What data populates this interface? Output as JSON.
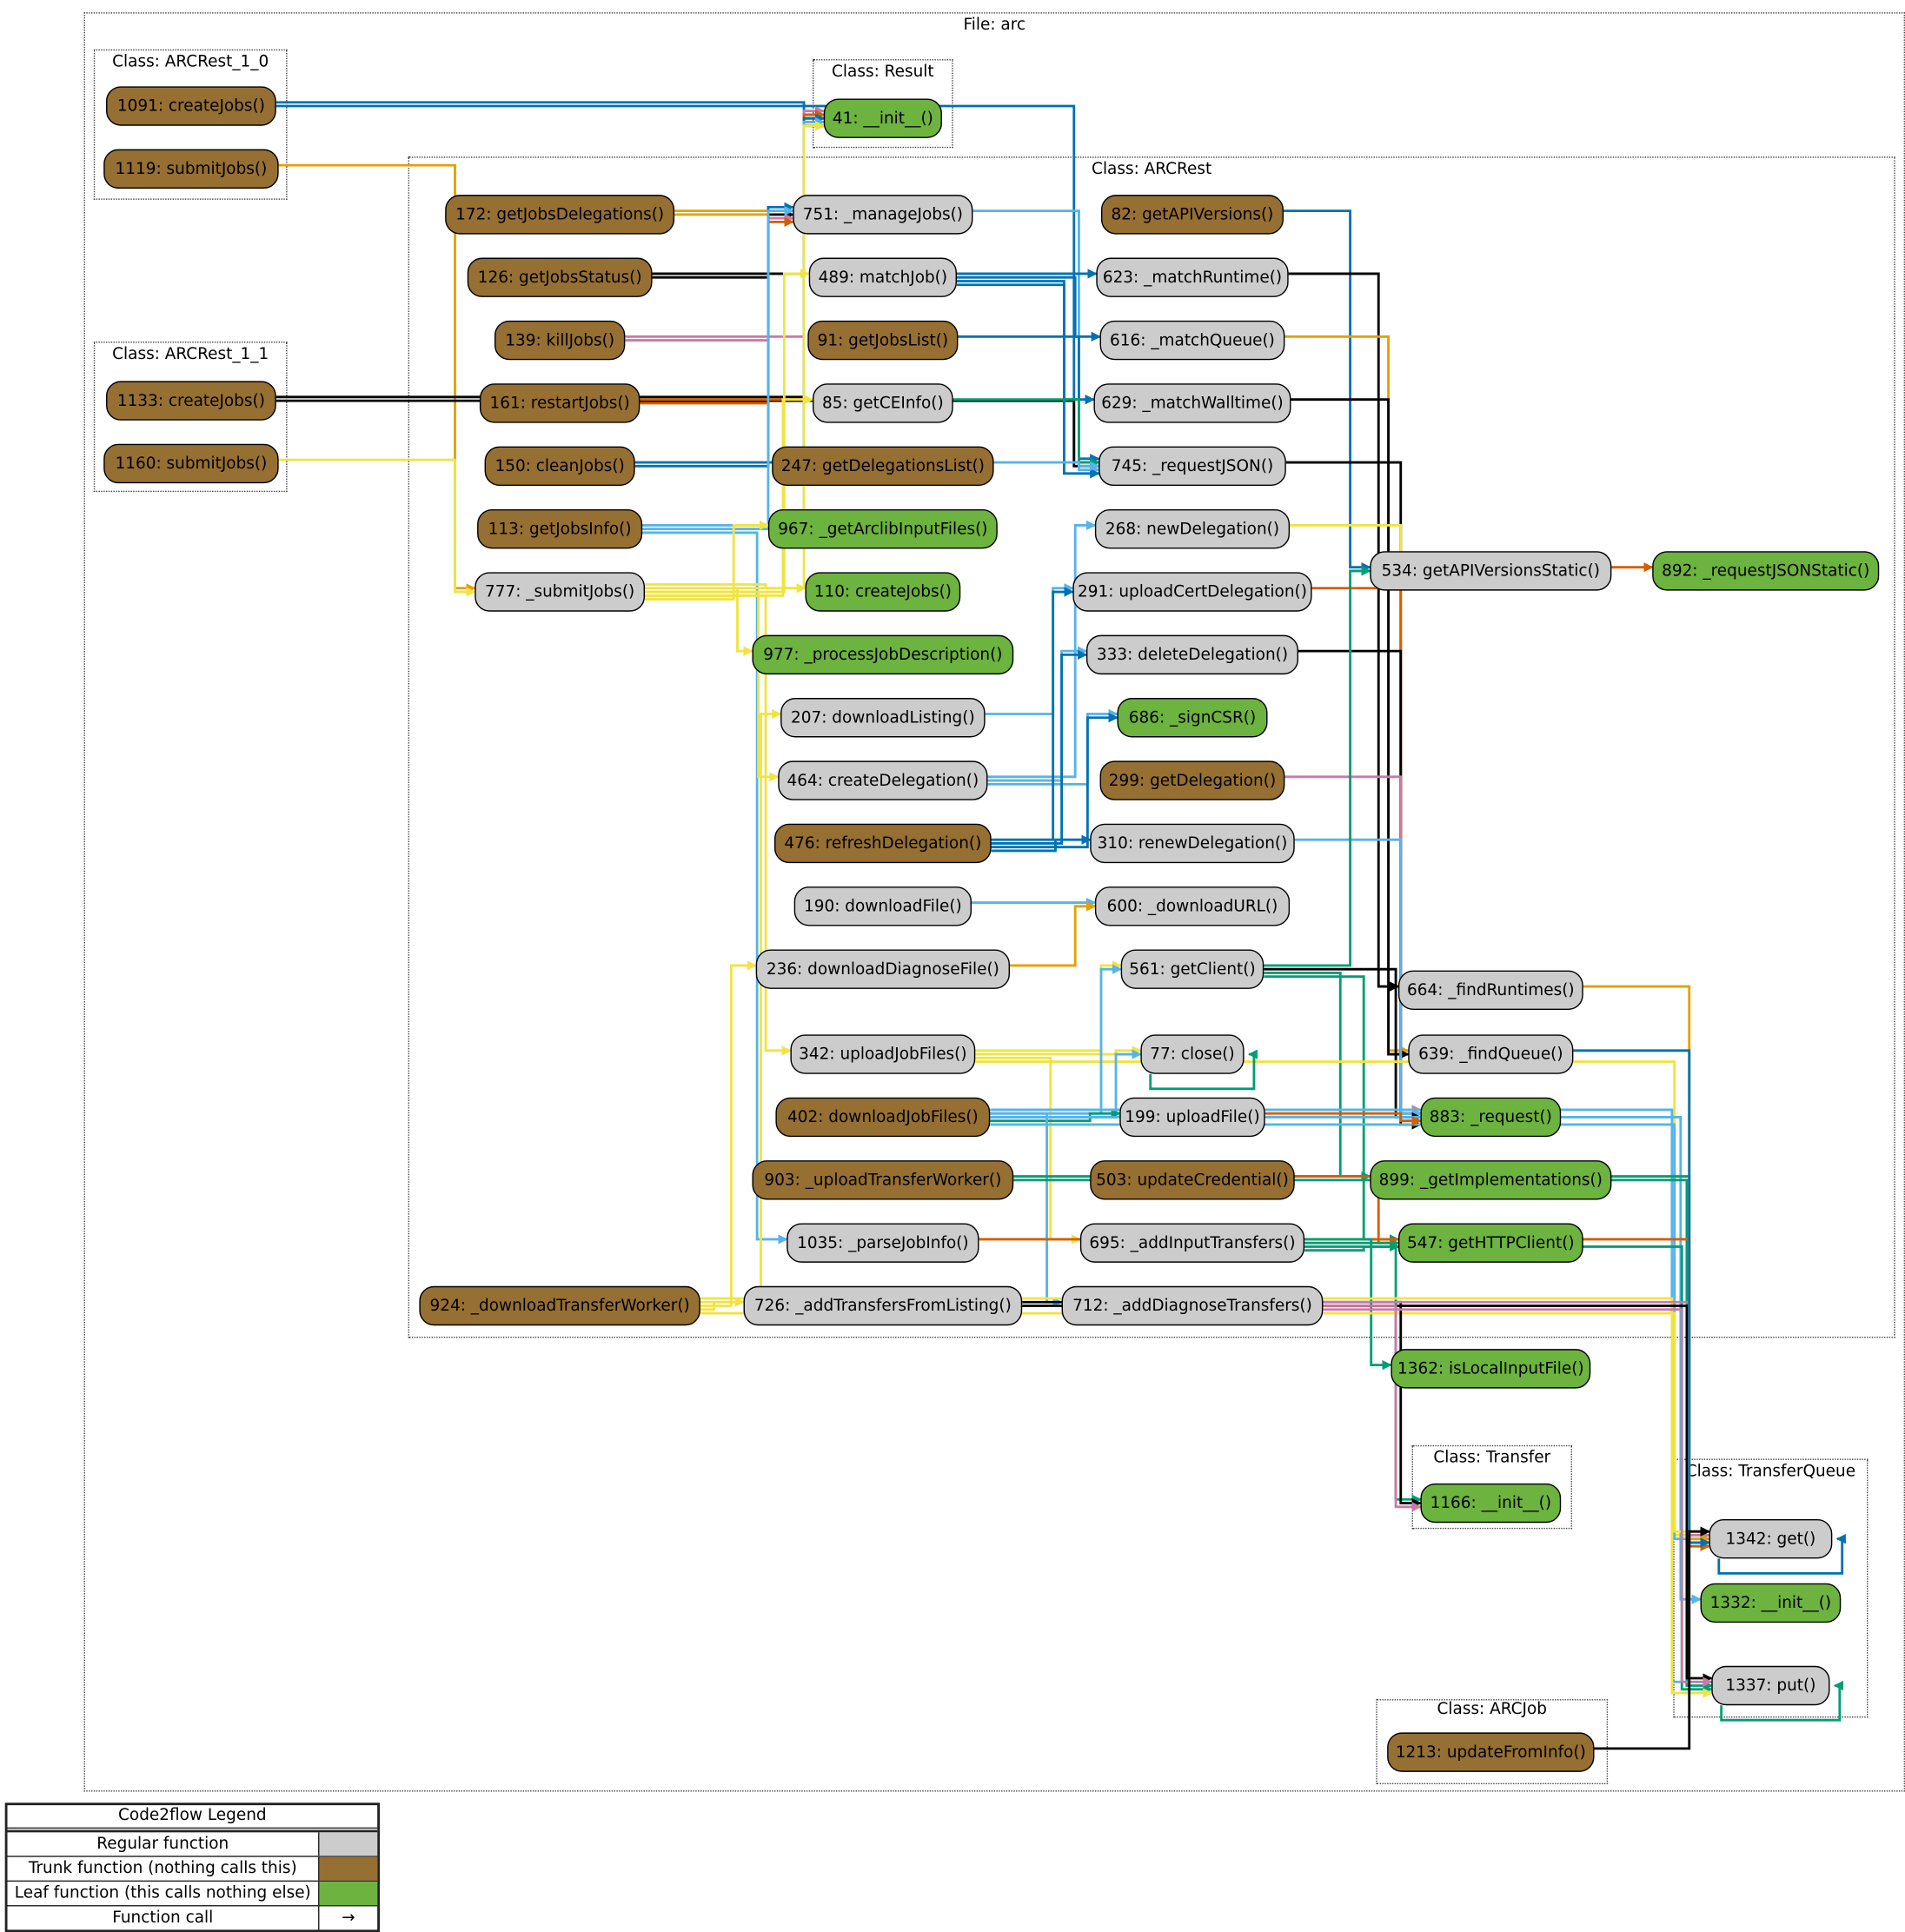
{
  "file_cluster": {
    "id": "file",
    "label": "File: arc"
  },
  "clusters": [
    {
      "id": "c10",
      "label": "Class: ARCRest_1_0"
    },
    {
      "id": "c11",
      "label": "Class: ARCRest_1_1"
    },
    {
      "id": "cres",
      "label": "Class: Result"
    },
    {
      "id": "crest",
      "label": "Class: ARCRest"
    },
    {
      "id": "ctr",
      "label": "Class: Transfer"
    },
    {
      "id": "ctq",
      "label": "Class: TransferQueue"
    },
    {
      "id": "cjob",
      "label": "Class: ARCJob"
    }
  ],
  "nodes": [
    {
      "id": "1091",
      "label": "1091: createJobs()",
      "type": "trunk"
    },
    {
      "id": "1119",
      "label": "1119: submitJobs()",
      "type": "trunk"
    },
    {
      "id": "1133",
      "label": "1133: createJobs()",
      "type": "trunk"
    },
    {
      "id": "1160",
      "label": "1160: submitJobs()",
      "type": "trunk"
    },
    {
      "id": "41",
      "label": "41: __init__()",
      "type": "leaf"
    },
    {
      "id": "172",
      "label": "172: getJobsDelegations()",
      "type": "trunk"
    },
    {
      "id": "751",
      "label": "751: _manageJobs()",
      "type": "regular"
    },
    {
      "id": "82",
      "label": "82: getAPIVersions()",
      "type": "trunk"
    },
    {
      "id": "126",
      "label": "126: getJobsStatus()",
      "type": "trunk"
    },
    {
      "id": "489",
      "label": "489: matchJob()",
      "type": "regular"
    },
    {
      "id": "623",
      "label": "623: _matchRuntime()",
      "type": "regular"
    },
    {
      "id": "139",
      "label": "139: killJobs()",
      "type": "trunk"
    },
    {
      "id": "91",
      "label": "91: getJobsList()",
      "type": "trunk"
    },
    {
      "id": "616",
      "label": "616: _matchQueue()",
      "type": "regular"
    },
    {
      "id": "161",
      "label": "161: restartJobs()",
      "type": "trunk"
    },
    {
      "id": "85",
      "label": "85: getCEInfo()",
      "type": "regular"
    },
    {
      "id": "629",
      "label": "629: _matchWalltime()",
      "type": "regular"
    },
    {
      "id": "150",
      "label": "150: cleanJobs()",
      "type": "trunk"
    },
    {
      "id": "247",
      "label": "247: getDelegationsList()",
      "type": "trunk"
    },
    {
      "id": "745",
      "label": "745: _requestJSON()",
      "type": "regular"
    },
    {
      "id": "113",
      "label": "113: getJobsInfo()",
      "type": "trunk"
    },
    {
      "id": "967",
      "label": "967: _getArclibInputFiles()",
      "type": "leaf"
    },
    {
      "id": "268",
      "label": "268: newDelegation()",
      "type": "regular"
    },
    {
      "id": "534",
      "label": "534: getAPIVersionsStatic()",
      "type": "regular"
    },
    {
      "id": "892",
      "label": "892: _requestJSONStatic()",
      "type": "leaf"
    },
    {
      "id": "777",
      "label": "777: _submitJobs()",
      "type": "regular"
    },
    {
      "id": "110",
      "label": "110: createJobs()",
      "type": "leaf"
    },
    {
      "id": "291",
      "label": "291: uploadCertDelegation()",
      "type": "regular"
    },
    {
      "id": "977",
      "label": "977: _processJobDescription()",
      "type": "leaf"
    },
    {
      "id": "333",
      "label": "333: deleteDelegation()",
      "type": "regular"
    },
    {
      "id": "207",
      "label": "207: downloadListing()",
      "type": "regular"
    },
    {
      "id": "686",
      "label": "686: _signCSR()",
      "type": "leaf"
    },
    {
      "id": "464",
      "label": "464: createDelegation()",
      "type": "regular"
    },
    {
      "id": "299",
      "label": "299: getDelegation()",
      "type": "trunk"
    },
    {
      "id": "476",
      "label": "476: refreshDelegation()",
      "type": "trunk"
    },
    {
      "id": "310",
      "label": "310: renewDelegation()",
      "type": "regular"
    },
    {
      "id": "190",
      "label": "190: downloadFile()",
      "type": "regular"
    },
    {
      "id": "600",
      "label": "600: _downloadURL()",
      "type": "regular"
    },
    {
      "id": "236",
      "label": "236: downloadDiagnoseFile()",
      "type": "regular"
    },
    {
      "id": "561",
      "label": "561: getClient()",
      "type": "regular"
    },
    {
      "id": "664",
      "label": "664: _findRuntimes()",
      "type": "regular"
    },
    {
      "id": "342",
      "label": "342: uploadJobFiles()",
      "type": "regular"
    },
    {
      "id": "77",
      "label": "77: close()",
      "type": "regular"
    },
    {
      "id": "639",
      "label": "639: _findQueue()",
      "type": "regular"
    },
    {
      "id": "402",
      "label": "402: downloadJobFiles()",
      "type": "trunk"
    },
    {
      "id": "199",
      "label": "199: uploadFile()",
      "type": "regular"
    },
    {
      "id": "883",
      "label": "883: _request()",
      "type": "leaf"
    },
    {
      "id": "903",
      "label": "903: _uploadTransferWorker()",
      "type": "trunk"
    },
    {
      "id": "503",
      "label": "503: updateCredential()",
      "type": "trunk"
    },
    {
      "id": "899",
      "label": "899: _getImplementations()",
      "type": "leaf"
    },
    {
      "id": "1035",
      "label": "1035: _parseJobInfo()",
      "type": "regular"
    },
    {
      "id": "695",
      "label": "695: _addInputTransfers()",
      "type": "regular"
    },
    {
      "id": "547",
      "label": "547: getHTTPClient()",
      "type": "leaf"
    },
    {
      "id": "924",
      "label": "924: _downloadTransferWorker()",
      "type": "trunk"
    },
    {
      "id": "726",
      "label": "726: _addTransfersFromListing()",
      "type": "regular"
    },
    {
      "id": "712",
      "label": "712: _addDiagnoseTransfers()",
      "type": "regular"
    },
    {
      "id": "1362",
      "label": "1362: isLocalInputFile()",
      "type": "leaf"
    },
    {
      "id": "1166",
      "label": "1166: __init__()",
      "type": "leaf"
    },
    {
      "id": "1342",
      "label": "1342: get()",
      "type": "regular"
    },
    {
      "id": "1332",
      "label": "1332: __init__()",
      "type": "leaf"
    },
    {
      "id": "1337",
      "label": "1337: put()",
      "type": "regular"
    },
    {
      "id": "1213",
      "label": "1213: updateFromInfo()",
      "type": "trunk"
    }
  ],
  "colors": {
    "regular": "#cccccc",
    "trunk": "#966f33",
    "leaf": "#6db33f"
  },
  "edges": [
    [
      "1091",
      "41",
      "#0072b2"
    ],
    [
      "1091",
      "745",
      "#0072b2"
    ],
    [
      "1119",
      "777",
      "#e69f00"
    ],
    [
      "1133",
      "41",
      "#000000"
    ],
    [
      "1133",
      "745",
      "#000000"
    ],
    [
      "1160",
      "777",
      "#f0e442"
    ],
    [
      "172",
      "41",
      "#e69f00"
    ],
    [
      "172",
      "751",
      "#e69f00"
    ],
    [
      "126",
      "41",
      "#000000"
    ],
    [
      "126",
      "751",
      "#000000"
    ],
    [
      "139",
      "41",
      "#cc79a7"
    ],
    [
      "139",
      "751",
      "#cc79a7"
    ],
    [
      "161",
      "41",
      "#d55e00"
    ],
    [
      "161",
      "751",
      "#d55e00"
    ],
    [
      "150",
      "41",
      "#0072b2"
    ],
    [
      "150",
      "751",
      "#0072b2"
    ],
    [
      "113",
      "41",
      "#56b4e9"
    ],
    [
      "113",
      "751",
      "#56b4e9"
    ],
    [
      "113",
      "1035",
      "#56b4e9"
    ],
    [
      "751",
      "745",
      "#56b4e9"
    ],
    [
      "489",
      "623",
      "#0072b2"
    ],
    [
      "489",
      "616",
      "#0072b2"
    ],
    [
      "489",
      "629",
      "#0072b2"
    ],
    [
      "489",
      "745",
      "#0072b2"
    ],
    [
      "91",
      "745",
      "#0072b2"
    ],
    [
      "85",
      "745",
      "#009e73"
    ],
    [
      "247",
      "745",
      "#56b4e9"
    ],
    [
      "82",
      "534",
      "#0072b2"
    ],
    [
      "623",
      "664",
      "#000000"
    ],
    [
      "616",
      "639",
      "#e69f00"
    ],
    [
      "629",
      "639",
      "#000000"
    ],
    [
      "745",
      "883",
      "#000000"
    ],
    [
      "268",
      "883",
      "#f0e442"
    ],
    [
      "534",
      "892",
      "#d55e00"
    ],
    [
      "291",
      "883",
      "#d55e00"
    ],
    [
      "333",
      "883",
      "#000000"
    ],
    [
      "299",
      "883",
      "#cc79a7"
    ],
    [
      "310",
      "883",
      "#56b4e9"
    ],
    [
      "561",
      "534",
      "#009e73"
    ],
    [
      "561",
      "883",
      "#000000"
    ],
    [
      "561",
      "899",
      "#009e73"
    ],
    [
      "561",
      "547",
      "#009e73"
    ],
    [
      "777",
      "41",
      "#f0e442"
    ],
    [
      "777",
      "489",
      "#f0e442"
    ],
    [
      "777",
      "85",
      "#f0e442"
    ],
    [
      "777",
      "967",
      "#f0e442"
    ],
    [
      "777",
      "110",
      "#f0e442"
    ],
    [
      "777",
      "977",
      "#f0e442"
    ],
    [
      "777",
      "464",
      "#f0e442"
    ],
    [
      "777",
      "342",
      "#f0e442"
    ],
    [
      "207",
      "291",
      "#56b4e9"
    ],
    [
      "464",
      "268",
      "#56b4e9"
    ],
    [
      "464",
      "333",
      "#56b4e9"
    ],
    [
      "464",
      "686",
      "#56b4e9"
    ],
    [
      "476",
      "291",
      "#0072b2"
    ],
    [
      "476",
      "333",
      "#0072b2"
    ],
    [
      "476",
      "686",
      "#0072b2"
    ],
    [
      "476",
      "310",
      "#0072b2"
    ],
    [
      "190",
      "600",
      "#56b4e9"
    ],
    [
      "236",
      "600",
      "#e69f00"
    ],
    [
      "342",
      "561",
      "#f0e442"
    ],
    [
      "342",
      "77",
      "#f0e442"
    ],
    [
      "342",
      "695",
      "#f0e442"
    ],
    [
      "342",
      "1342",
      "#f0e442"
    ],
    [
      "402",
      "561",
      "#56b4e9"
    ],
    [
      "402",
      "77",
      "#56b4e9"
    ],
    [
      "402",
      "199",
      "#009e73"
    ],
    [
      "402",
      "1342",
      "#56b4e9"
    ],
    [
      "402",
      "1337",
      "#56b4e9"
    ],
    [
      "402",
      "712",
      "#56b4e9"
    ],
    [
      "402",
      "1332",
      "#56b4e9"
    ],
    [
      "903",
      "1342",
      "#009e73"
    ],
    [
      "903",
      "1337",
      "#009e73"
    ],
    [
      "199",
      "883",
      "#d55e00"
    ],
    [
      "503",
      "547",
      "#d55e00"
    ],
    [
      "1035",
      "1342",
      "#d55e00"
    ],
    [
      "695",
      "1362",
      "#009e73"
    ],
    [
      "695",
      "1166",
      "#009e73"
    ],
    [
      "695",
      "1337",
      "#009e73"
    ],
    [
      "695",
      "547",
      "#009e73"
    ],
    [
      "924",
      "207",
      "#f0e442"
    ],
    [
      "924",
      "236",
      "#f0e442"
    ],
    [
      "924",
      "726",
      "#f0e442"
    ],
    [
      "924",
      "1342",
      "#f0e442"
    ],
    [
      "924",
      "1337",
      "#f0e442"
    ],
    [
      "726",
      "1166",
      "#000000"
    ],
    [
      "726",
      "1337",
      "#000000"
    ],
    [
      "712",
      "1342",
      "#cc79a7"
    ],
    [
      "712",
      "1166",
      "#cc79a7"
    ],
    [
      "712",
      "1337",
      "#cc79a7"
    ],
    [
      "664",
      "1342",
      "#e69f00"
    ],
    [
      "639",
      "1342",
      "#0072b2"
    ],
    [
      "1342",
      "1342",
      "#0072b2"
    ],
    [
      "1337",
      "1337",
      "#009e73"
    ],
    [
      "77",
      "77",
      "#009e73"
    ],
    [
      "1213",
      "1342",
      "#000000"
    ]
  ],
  "legend": {
    "title": "Code2flow Legend",
    "rows": [
      {
        "label": "Regular function",
        "swatch": ""
      },
      {
        "label": "Trunk function (nothing calls this)",
        "swatch": ""
      },
      {
        "label": "Leaf function (this calls nothing else)",
        "swatch": ""
      },
      {
        "label": "Function call",
        "swatch": "→"
      }
    ]
  }
}
